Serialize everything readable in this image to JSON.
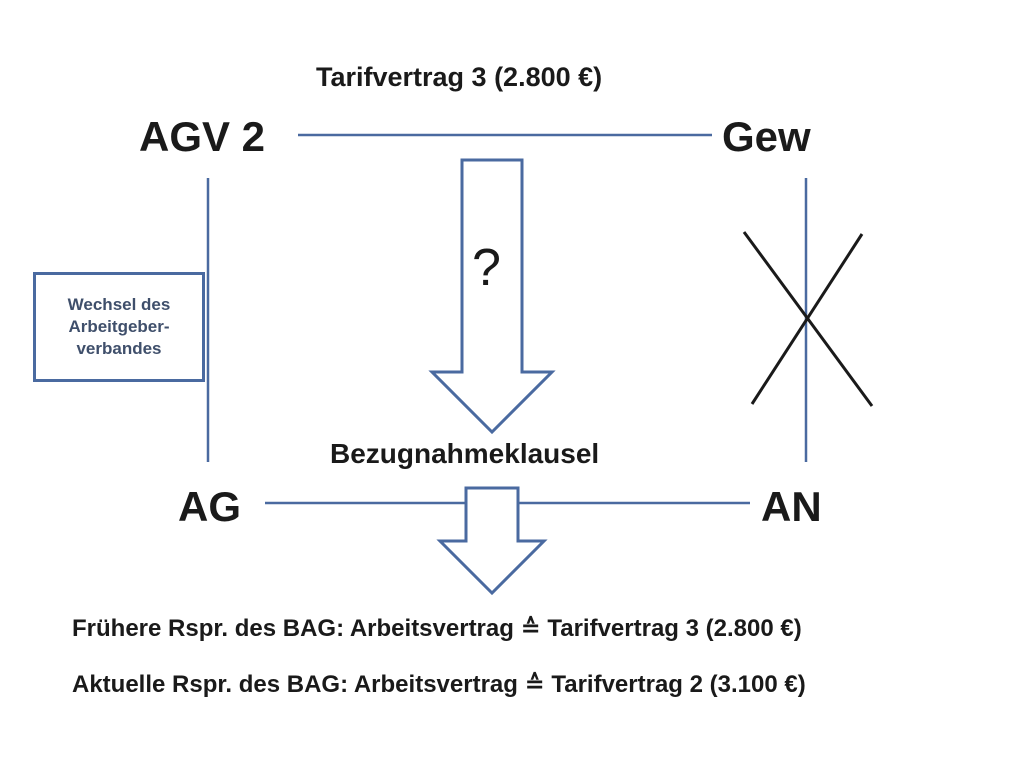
{
  "diagram": {
    "top_title": "Tarifvertrag  3 (2.800 €)",
    "nodes": {
      "agv2": "AGV 2",
      "gew": "Gew",
      "ag": "AG",
      "an": "AN"
    },
    "question_mark": "?",
    "clause_label": "Bezugnahmeklausel",
    "side_box": {
      "line1": "Wechsel des",
      "line2": "Arbeitgeber-",
      "line3": "verbandes"
    },
    "rulings": {
      "earlier": "Frühere Rspr. des BAG: Arbeitsvertrag ≙ Tarifvertrag 3 (2.800 €)",
      "current": "Aktuelle Rspr. des BAG: Arbeitsvertrag ≙ Tarifvertrag 2 (3.100 €)"
    },
    "colors": {
      "line": "#4a6aa0",
      "cross": "#1a1a1a",
      "text": "#1a1a1a",
      "box_text": "#3f4f6b"
    }
  }
}
